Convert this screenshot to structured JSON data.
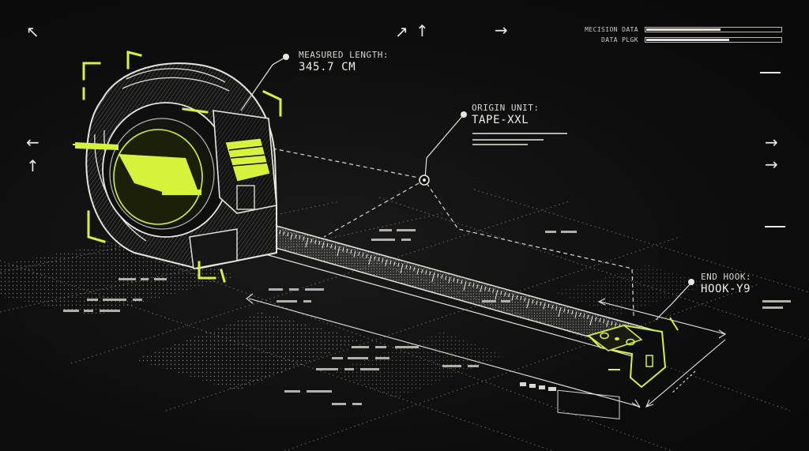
{
  "callouts": {
    "measured": {
      "label": "MEASURED LENGTH:",
      "value": "345.7 CM"
    },
    "origin": {
      "label": "ORIGIN UNIT:",
      "value": "TAPE-XXL"
    },
    "end_hook": {
      "label": "END HOOK:",
      "value": "HOOK-Y9"
    }
  },
  "hud": {
    "rows": [
      {
        "label": "MECISION DATA",
        "level": 0.55
      },
      {
        "label": "DATA PLGK",
        "level": 0.62
      }
    ]
  },
  "icons": {
    "corner_arrow": "arrow-up-left-icon",
    "diag_arrow": "arrow-up-right-icon",
    "up_arrow": "arrow-up-icon",
    "right_arrow": "arrow-right-icon",
    "left_arrow": "arrow-left-icon"
  },
  "colors": {
    "accent": "#d7f23a",
    "ink": "#e8e6df",
    "background": "#0b0b0b"
  }
}
